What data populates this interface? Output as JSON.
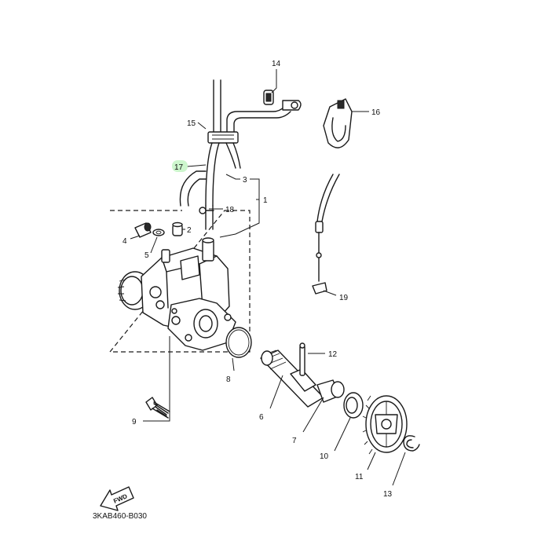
{
  "callouts": {
    "c1": "1",
    "c2": "2",
    "c3": "3",
    "c4": "4",
    "c5": "5",
    "c6": "6",
    "c7": "7",
    "c8": "8",
    "c9": "9",
    "c10": "10",
    "c11": "11",
    "c12": "12",
    "c13": "13",
    "c14": "14",
    "c15": "15",
    "c16": "16",
    "c17": "17",
    "c18": "18",
    "c19": "19"
  },
  "highlight": {
    "part": "17",
    "color": "#c8f5c8"
  },
  "diagram_code": "3KAB460-B030",
  "fwd_label": "FWD"
}
